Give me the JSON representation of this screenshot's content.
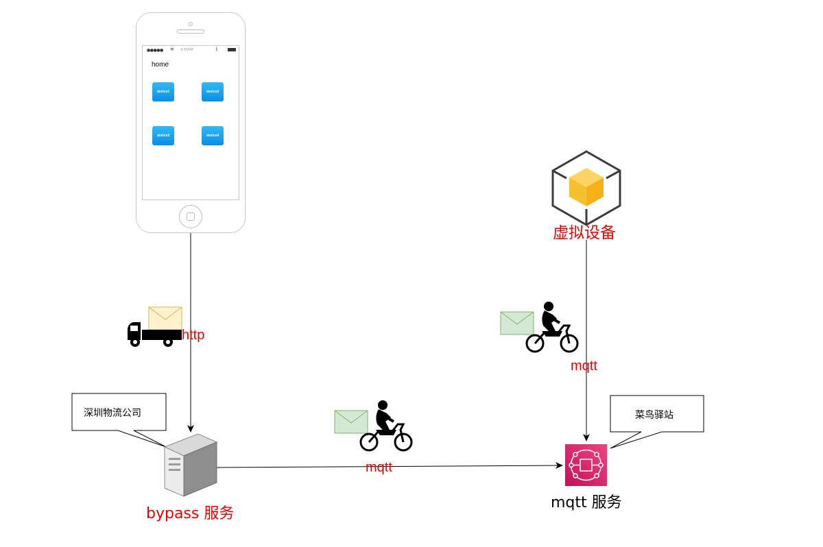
{
  "phone": {
    "status_clock": "4:55PM",
    "screen_title": "home",
    "devices": [
      "device1",
      "device2",
      "device3",
      "device4"
    ]
  },
  "labels": {
    "http": "http",
    "mqtt_bottom": "mqtt",
    "mqtt_right": "mqtt",
    "virtual_device": "虚拟设备",
    "bypass_service": "bypass 服务",
    "mqtt_service": "mqtt 服务"
  },
  "callouts": {
    "shenzhen": "深圳物流公司",
    "cainiao": "菜鸟驿站"
  },
  "icons": {
    "truck": "truck-icon",
    "motorcycle": "motorcycle-rider-icon",
    "envelope": "envelope-icon",
    "server": "server-icon",
    "iot_core": "iot-core-icon",
    "cube": "cube-icon"
  },
  "colors": {
    "red": "#ee0000",
    "envelope_yellow_fill": "#fff2cc",
    "envelope_yellow_stroke": "#d6b656",
    "envelope_green_fill": "#d5e8d4",
    "envelope_green_stroke": "#82b366",
    "iot_pink": "#e7157b",
    "cube_yellow": "#f8c332"
  }
}
